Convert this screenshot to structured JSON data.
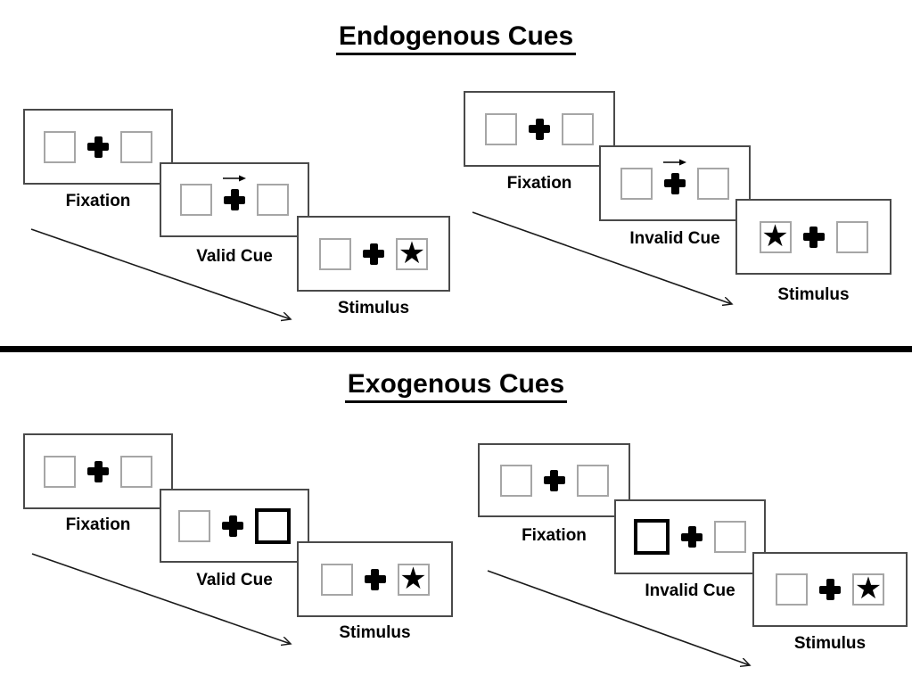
{
  "diagram": {
    "colors": {
      "background": "#ffffff",
      "ink": "#000000",
      "panel_border": "#4a4a4a",
      "box_border": "#a6a6a6"
    },
    "icons": {
      "star": "★",
      "cue_arrow": "right-arrow",
      "fixation_cross": "plus"
    },
    "sections": [
      {
        "title": "Endogenous Cues",
        "groups": [
          {
            "name": "valid-trial",
            "panels": [
              {
                "label": "Fixation",
                "cue": "none",
                "star": "none"
              },
              {
                "label": "Valid Cue",
                "cue": "arrow-right",
                "star": "none"
              },
              {
                "label": "Stimulus",
                "cue": "none",
                "star": "right"
              }
            ]
          },
          {
            "name": "invalid-trial",
            "panels": [
              {
                "label": "Fixation",
                "cue": "none",
                "star": "none"
              },
              {
                "label": "Invalid Cue",
                "cue": "arrow-right",
                "star": "none"
              },
              {
                "label": "Stimulus",
                "cue": "none",
                "star": "left"
              }
            ]
          }
        ]
      },
      {
        "title": "Exogenous Cues",
        "groups": [
          {
            "name": "valid-trial",
            "panels": [
              {
                "label": "Fixation",
                "cue": "none",
                "star": "none"
              },
              {
                "label": "Valid Cue",
                "cue": "bold-box-right",
                "star": "none"
              },
              {
                "label": "Stimulus",
                "cue": "none",
                "star": "right"
              }
            ]
          },
          {
            "name": "invalid-trial",
            "panels": [
              {
                "label": "Fixation",
                "cue": "none",
                "star": "none"
              },
              {
                "label": "Invalid Cue",
                "cue": "bold-box-left",
                "star": "none"
              },
              {
                "label": "Stimulus",
                "cue": "none",
                "star": "right"
              }
            ]
          }
        ]
      }
    ]
  }
}
